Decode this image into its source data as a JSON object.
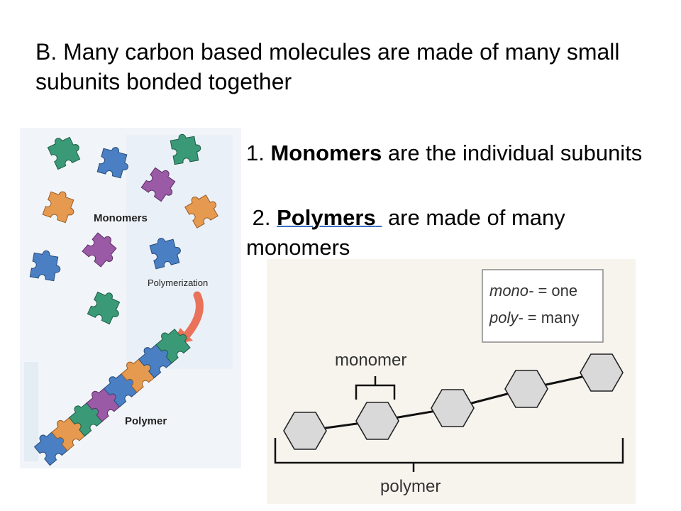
{
  "heading": {
    "label": "B.",
    "text": "Many carbon based molecules are made of many small subunits bonded together"
  },
  "points": {
    "p1": {
      "num": "1.",
      "term": "Monomers",
      "rest": "are the individual subunits"
    },
    "p2": {
      "num": "2.",
      "term": "Polymers",
      "rest": "are made of many monomers"
    }
  },
  "left_figure": {
    "monomers_label": "Monomers",
    "process_label": "Polymerization",
    "polymer_label": "Polymer"
  },
  "right_figure": {
    "legend_line1_prefix": "mono-",
    "legend_line1_suffix": " = one",
    "legend_line2_prefix": "poly-",
    "legend_line2_suffix": " = many",
    "monomer_label": "monomer",
    "polymer_label": "polymer"
  },
  "colors": {
    "green": "#3a9a78",
    "blue": "#4a7fc4",
    "orange": "#e69a50",
    "purple": "#9b5aa6",
    "hexagon": "#d9d9d9",
    "arrow": "#e8735a"
  }
}
